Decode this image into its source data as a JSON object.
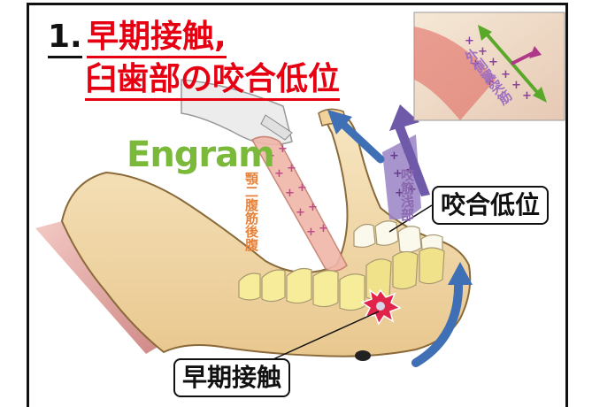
{
  "title": {
    "number": "1.",
    "line1": "早期接触,",
    "line2": "臼歯部の咬合低位"
  },
  "engram": "Engram",
  "labels": {
    "digastric": "顎二腹筋後腹",
    "masseter": "咬筋浅部",
    "lateral_pterygoid": "外側翼突筋"
  },
  "callouts": {
    "occlusal_lowering": "咬合低位",
    "premature_contact": "早期接触"
  },
  "colors": {
    "title_red": "#e60012",
    "engram_green": "#7ab93a",
    "digastric_orange": "#e8823a",
    "masseter_purple": "#8a68b0",
    "arrow_blue": "#3f6fb5",
    "bone": "#f4ddb0",
    "muscle": "#d98a86"
  }
}
